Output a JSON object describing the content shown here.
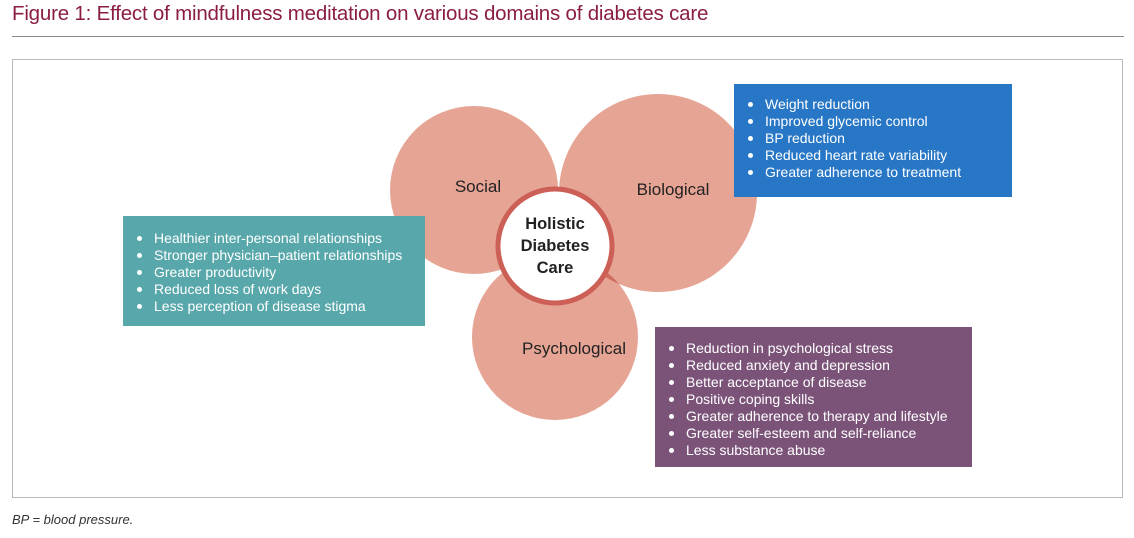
{
  "title": "Figure 1: Effect of mindfulness meditation on various domains of diabetes care",
  "colors": {
    "title": "#8b1d45",
    "circle_fill": "#e6a494",
    "overlap_fill": "#d06e5e",
    "center_ring": "#cc5f56",
    "biological_box": "#2777c6",
    "social_box": "#58a7ab",
    "psychological_box": "#7b5379"
  },
  "circles": {
    "social": "Social",
    "biological": "Biological",
    "psychological": "Psychological"
  },
  "center": {
    "line1": "Holistic",
    "line2": "Diabetes",
    "line3": "Care"
  },
  "biological_box": {
    "items": [
      "Weight reduction",
      "Improved glycemic control",
      "BP reduction",
      "Reduced heart rate variability",
      "Greater adherence to treatment"
    ]
  },
  "social_box": {
    "items": [
      "Healthier inter-personal relationships",
      "Stronger physician–patient relationships",
      "Greater productivity",
      "Reduced loss of work days",
      "Less perception of disease stigma"
    ]
  },
  "psychological_box": {
    "items": [
      "Reduction in psychological stress",
      "Reduced anxiety and depression",
      "Better acceptance of disease",
      "Positive coping skills",
      "Greater adherence to therapy and lifestyle",
      "Greater self-esteem and self-reliance",
      "Less substance abuse"
    ]
  },
  "footnote": "BP = blood pressure."
}
